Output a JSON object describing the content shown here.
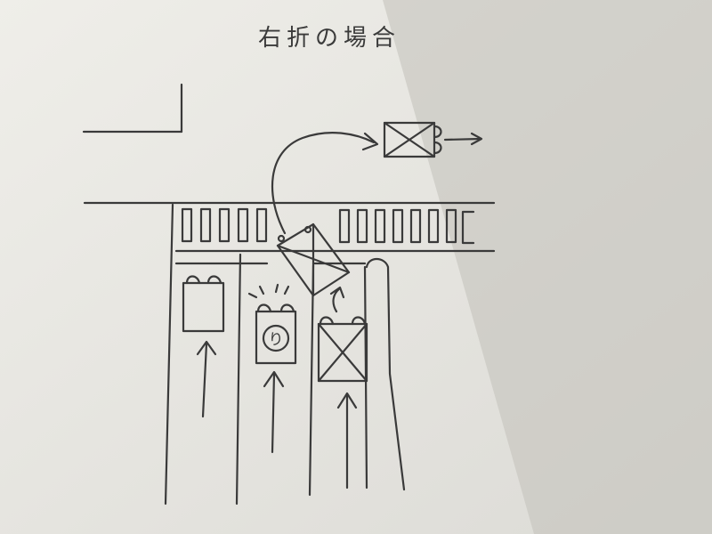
{
  "title": "右折の場合",
  "diagram": {
    "subject": "right-turn",
    "vehicles": [
      {
        "id": "turning-car",
        "mark": "crossed-box",
        "state": "turning right"
      },
      {
        "id": "exited-car",
        "mark": "crossed-box",
        "state": "leaving to the right"
      },
      {
        "id": "waiting-car",
        "mark": "crossed-box",
        "state": "moving into the intersection"
      },
      {
        "id": "hazard-car",
        "mark": "circled-letter",
        "glyph": "り",
        "state": "stopped with hazard lights"
      },
      {
        "id": "plain-car",
        "mark": "empty-box",
        "state": "moving straight"
      }
    ]
  },
  "colors": {
    "paper": "#ecebe6",
    "shadow": "#bdbcb6",
    "ink": "#3a3a3a"
  }
}
